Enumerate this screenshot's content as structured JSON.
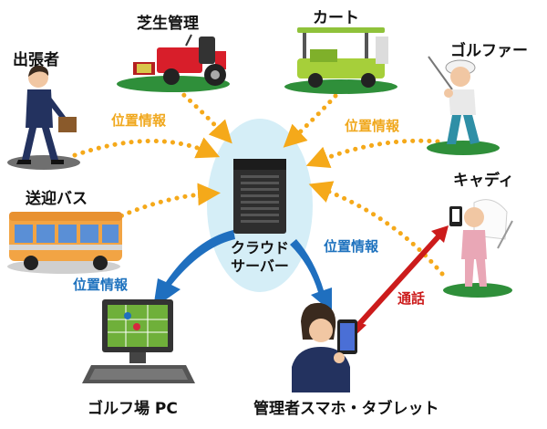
{
  "nodes": {
    "business_traveler": "出張者",
    "turf_management": "芝生管理",
    "cart": "カート",
    "golfer": "ゴルファー",
    "shuttle_bus": "送迎バス",
    "caddie": "キャディ",
    "server_line1": "クラウド",
    "server_line2": "サーバー",
    "golf_pc": "ゴルフ場 PC",
    "admin_devices": "管理者スマホ・タブレット"
  },
  "flows": {
    "position_info_traveler": "位置情報",
    "position_info_golfer": "位置情報",
    "position_info_pc": "位置情報",
    "position_info_devices": "位置情報",
    "call": "通話"
  },
  "colors": {
    "position_flow": "#f5a91a",
    "server_output": "#1f6fbf",
    "call_arrow": "#cc1b1b",
    "server_halo": "#d5eef7"
  }
}
